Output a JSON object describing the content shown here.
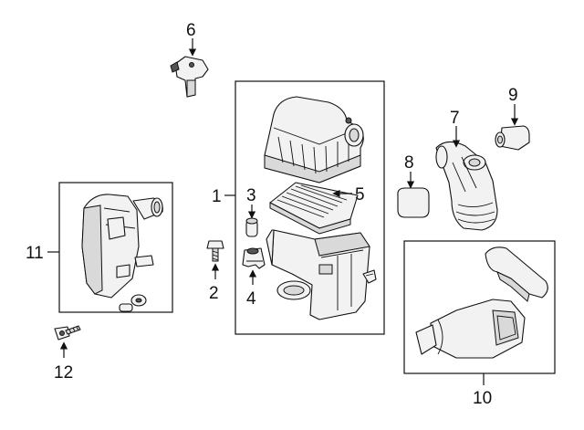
{
  "callouts": [
    {
      "id": "1",
      "label": "1"
    },
    {
      "id": "2",
      "label": "2"
    },
    {
      "id": "3",
      "label": "3"
    },
    {
      "id": "4",
      "label": "4"
    },
    {
      "id": "5",
      "label": "5"
    },
    {
      "id": "6",
      "label": "6"
    },
    {
      "id": "7",
      "label": "7"
    },
    {
      "id": "8",
      "label": "8"
    },
    {
      "id": "9",
      "label": "9"
    },
    {
      "id": "10",
      "label": "10"
    },
    {
      "id": "11",
      "label": "11"
    },
    {
      "id": "12",
      "label": "12"
    }
  ],
  "colors": {
    "line": "#111111",
    "fill": "#f2f2f2",
    "shade": "#d9d9d9",
    "background": "#ffffff"
  }
}
